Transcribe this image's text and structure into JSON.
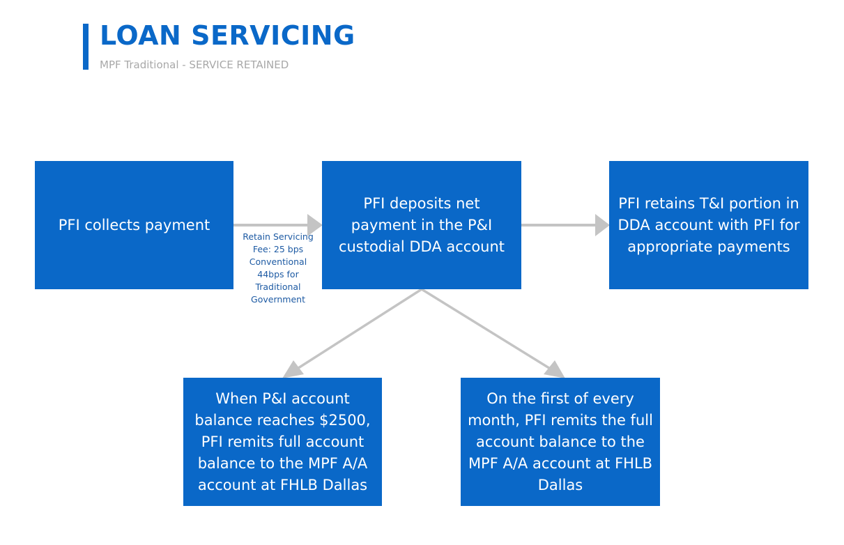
{
  "header": {
    "title": "LOAN SERVICING",
    "subtitle": "MPF Traditional - SERVICE RETAINED"
  },
  "colors": {
    "box_fill": "#0a68c8",
    "box_text": "#ffffff",
    "title": "#0a68c8",
    "subtitle": "#a8a8a8",
    "arrow": "#c4c4c4",
    "label_text": "#1d5aa3"
  },
  "flow": {
    "collect_box": "PFI collects payment",
    "deposit_box": "PFI deposits net payment in the P&I custodial DDA account",
    "retain_box": "PFI retains T&I portion in DDA account with PFI for appropriate payments",
    "threshold_box": "When P&I account balance reaches $2500, PFI remits full account balance to the MPF A/A account at FHLB Dallas",
    "monthly_box": "On the first of every month, PFI remits the full account balance to the MPF A/A account at FHLB Dallas",
    "fee_label": "Retain Servicing Fee: 25 bps Conventional 44bps for Traditional Government"
  }
}
